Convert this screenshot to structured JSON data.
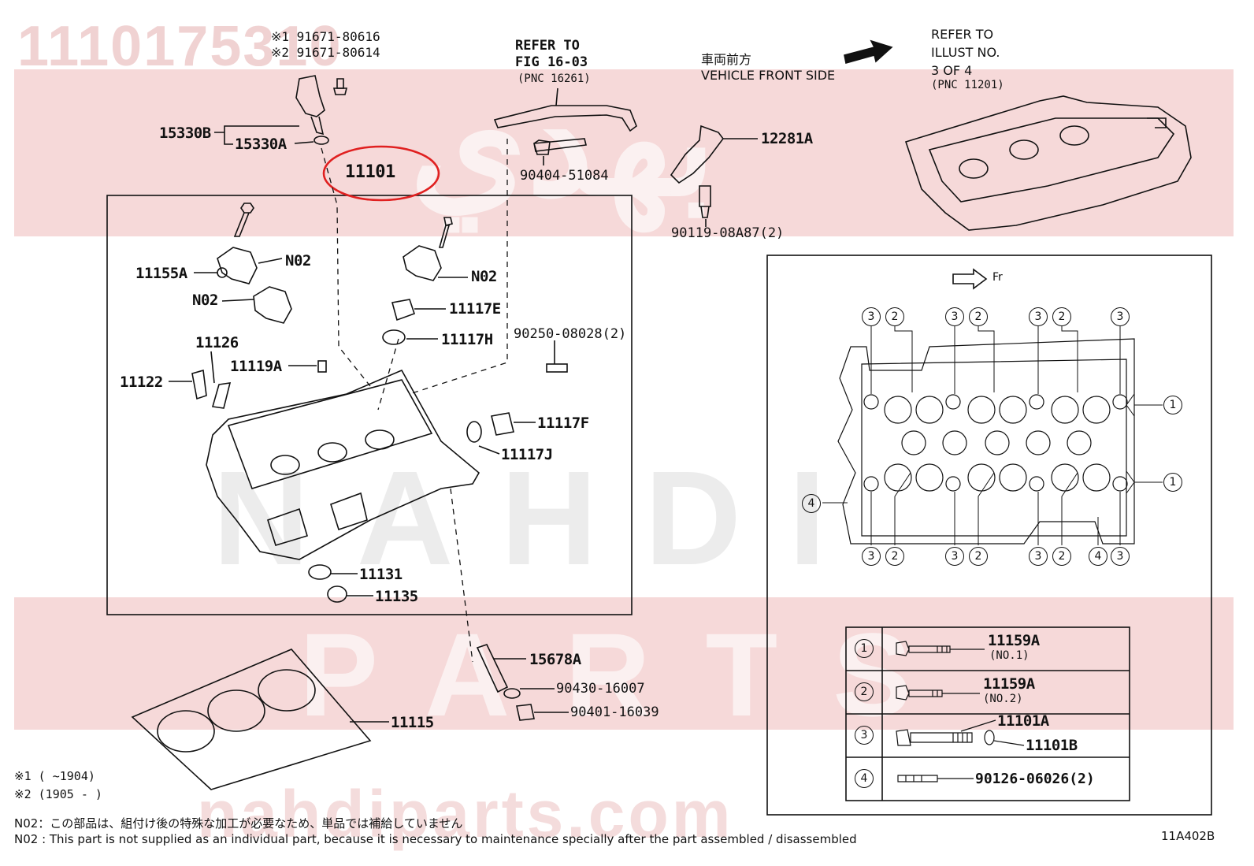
{
  "watermark": {
    "part_number": "1110175310",
    "arabic": "بهدي",
    "brand": "NAHDI",
    "sub": "PARTS",
    "url": "nahdiparts.com"
  },
  "notes_top": {
    "note1": "※1 91671-80616",
    "note2": "※2 91671-80614"
  },
  "refs": {
    "fig_ref_line1": "REFER TO",
    "fig_ref_line2": "FIG 16-03",
    "fig_ref_pnc": "(PNC 16261)",
    "vehicle_jp": "車両前方",
    "vehicle_en": "VEHICLE FRONT SIDE",
    "illust_line1": "REFER TO",
    "illust_line2": "ILLUST NO.",
    "illust_line3": "3 OF 4",
    "illust_pnc": "(PNC 11201)"
  },
  "labels": {
    "p15330B": "15330B",
    "p15330A": "15330A",
    "p11101": "11101",
    "p90404": "90404-51084",
    "p12281A": "12281A",
    "p90119": "90119-08A87(2)",
    "p11155A": "11155A",
    "pN02a": "N02",
    "pN02b": "N02",
    "pN02c": "N02",
    "p11117E": "11117E",
    "p11117H": "11117H",
    "p90250": "90250-08028(2)",
    "p11126": "11126",
    "p11119A": "11119A",
    "p11122": "11122",
    "p11117F": "11117F",
    "p11117J": "11117J",
    "p11131": "11131",
    "p11135": "11135",
    "p15678A": "15678A",
    "p90430": "90430-16007",
    "p90401": "90401-16039",
    "p11115": "11115"
  },
  "inset": {
    "direction": "Fr",
    "bolt_numbers_top": [
      "3",
      "2",
      "3",
      "2",
      "3",
      "2",
      "3"
    ],
    "bolt_numbers_bottom": [
      "3",
      "2",
      "3",
      "2",
      "3",
      "2",
      "4",
      "3"
    ],
    "side_one_a": "1",
    "side_one_b": "1",
    "side_four": "4"
  },
  "legend_table": [
    {
      "num": "1",
      "part": "11159A",
      "sub": "(NO.1)",
      "part2": ""
    },
    {
      "num": "2",
      "part": "11159A",
      "sub": "(NO.2)",
      "part2": ""
    },
    {
      "num": "3",
      "part": "11101A",
      "sub": "",
      "part2": "11101B"
    },
    {
      "num": "4",
      "part": "90126-06026(2)",
      "sub": "",
      "part2": ""
    }
  ],
  "footnotes": {
    "range1": "※1 (       ~1904)",
    "range2": "※2 (1905 -       )",
    "n02_jp": "N02：この部品は、組付け後の特殊な加工が必要なため、単品では補給していません",
    "n02_en": "N02 : This part is not supplied as an individual part, because it is necessary to maintenance specially after the part assembled / disassembled",
    "diagram_id": "11A402B"
  },
  "colors": {
    "watermark_band": "#f6d9d9",
    "highlight_circle": "#e02020",
    "line": "#111111"
  }
}
